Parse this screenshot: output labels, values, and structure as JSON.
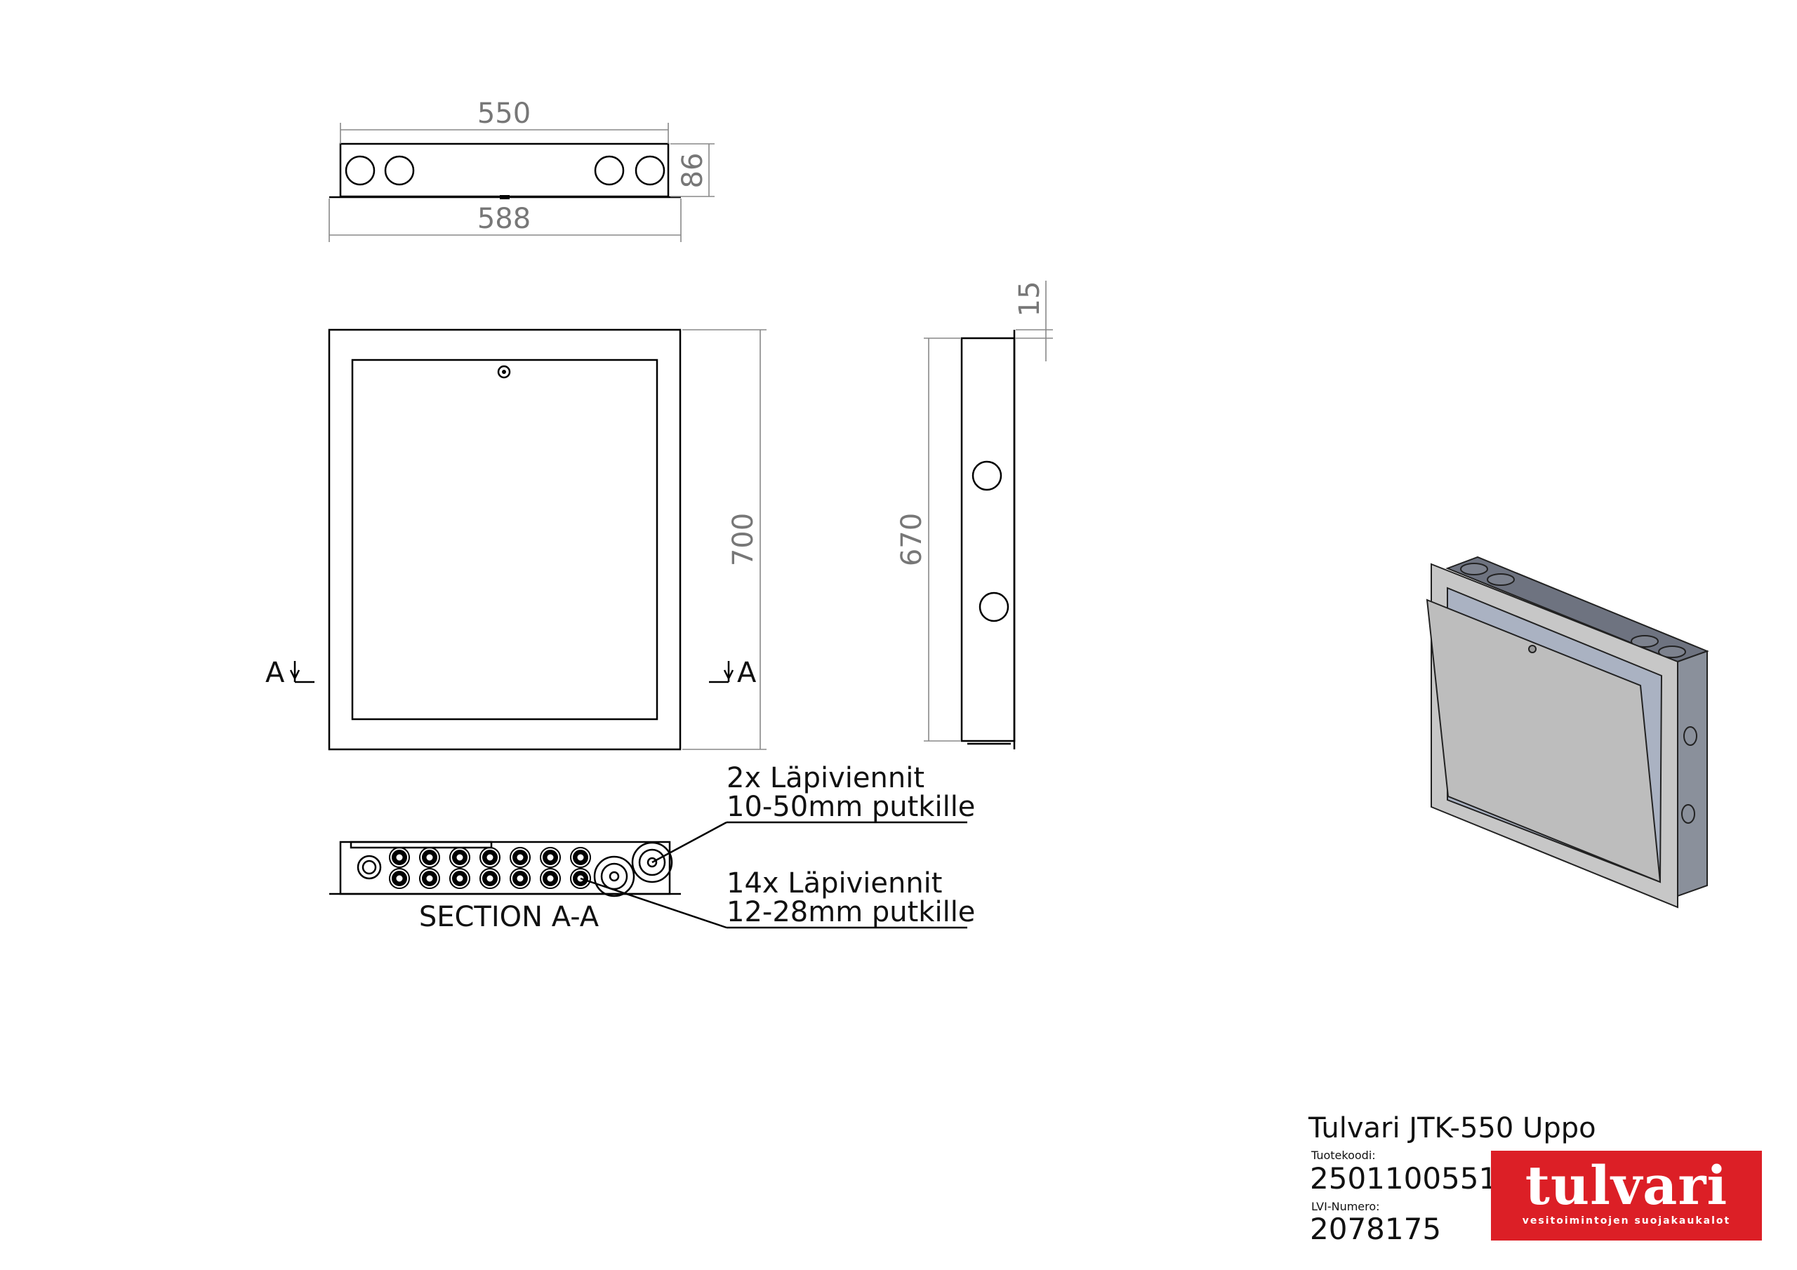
{
  "drawing": {
    "top_view": {
      "dim_width_inner": "550",
      "dim_width_outer": "588",
      "dim_depth": "86"
    },
    "front_view": {
      "dim_height": "700",
      "section_marker_left": "A",
      "section_marker_right": "A"
    },
    "side_view": {
      "dim_height": "670",
      "dim_offset": "15"
    },
    "section": {
      "label": "SECTION A-A",
      "callout_1_line1": "2x Läpiviennit",
      "callout_1_line2": "10-50mm putkille",
      "callout_2_line1": "14x Läpiviennit",
      "callout_2_line2": "12-28mm putkille"
    }
  },
  "title_block": {
    "title": "Tulvari JTK-550 Uppo",
    "code_label": "Tuotekoodi:",
    "code": "2501100551",
    "lvi_label": "LVI-Numero:",
    "lvi": "2078175",
    "logo_word": "tulvari",
    "logo_tagline": "vesitoimintojen suojakaukalot",
    "logo_color": "#dc1f26"
  }
}
